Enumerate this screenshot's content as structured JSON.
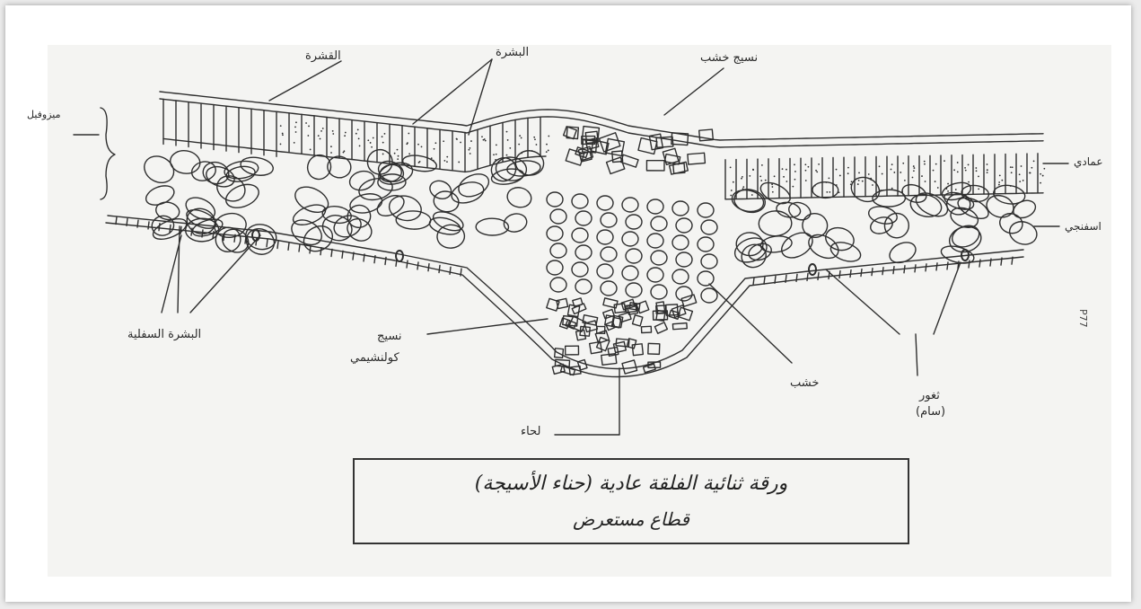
{
  "labels": {
    "cuticle": "القشرة",
    "upper_epidermis": "البشرة",
    "xylem_tissue": "نسيج خشب",
    "mesophyll": "ميزوفيل",
    "palisade": "عمادي",
    "spongy": "اسفنجي",
    "lower_epidermis": "البشرة السفلية",
    "collenchyma_1": "نسيج",
    "collenchyma_2": "كولنشيمي",
    "phloem": "لحاء",
    "xylem": "خشب",
    "stomata_1": "ثغور",
    "stomata_2": "(سام)"
  },
  "title_box": {
    "line1": "ورقة ثنائية الفلقة عادية (حناء الأسيجة)",
    "line2": "قطاع مستعرض"
  },
  "page_code": "P77",
  "colors": {
    "ink": "#2e2e2e",
    "paper": "#f4f4f2",
    "frame": "#ffffff"
  }
}
